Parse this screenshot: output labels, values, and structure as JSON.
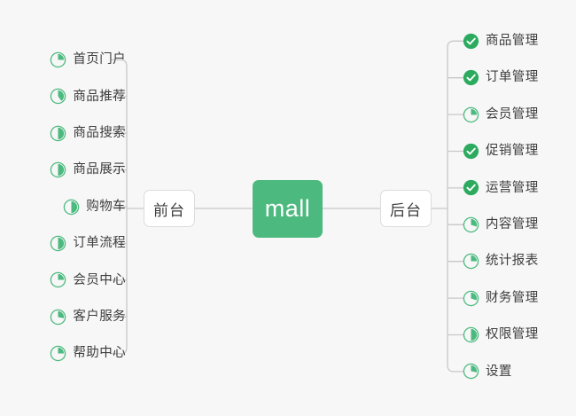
{
  "diagram": {
    "type": "mindmap",
    "title": "mall",
    "background_color": "#f7f7f7",
    "accent_color": "#4cba7f",
    "connector_color": "#c8c8c8",
    "text_color": "#3d3d3d"
  },
  "center": {
    "label": "mall",
    "fill": "#4cba7f",
    "text_color": "#ffffff"
  },
  "branches": [
    {
      "id": "front",
      "label": "前台",
      "side": "left",
      "items": [
        {
          "label": "首页门户",
          "icon": "pie-progress-icon",
          "progress": 25,
          "state": "in-progress"
        },
        {
          "label": "商品推荐",
          "icon": "pie-progress-icon",
          "progress": 40,
          "state": "in-progress"
        },
        {
          "label": "商品搜索",
          "icon": "pie-progress-icon",
          "progress": 50,
          "state": "in-progress"
        },
        {
          "label": "商品展示",
          "icon": "pie-progress-icon",
          "progress": 50,
          "state": "in-progress"
        },
        {
          "label": "购物车",
          "icon": "pie-progress-icon",
          "progress": 50,
          "state": "in-progress"
        },
        {
          "label": "订单流程",
          "icon": "pie-progress-icon",
          "progress": 50,
          "state": "in-progress"
        },
        {
          "label": "会员中心",
          "icon": "pie-progress-icon",
          "progress": 25,
          "state": "in-progress"
        },
        {
          "label": "客户服务",
          "icon": "pie-progress-icon",
          "progress": 28,
          "state": "in-progress"
        },
        {
          "label": "帮助中心",
          "icon": "pie-progress-icon",
          "progress": 25,
          "state": "in-progress"
        }
      ]
    },
    {
      "id": "back",
      "label": "后台",
      "side": "right",
      "items": [
        {
          "label": "商品管理",
          "icon": "check-circle-icon",
          "progress": 100,
          "state": "done"
        },
        {
          "label": "订单管理",
          "icon": "check-circle-icon",
          "progress": 100,
          "state": "done"
        },
        {
          "label": "会员管理",
          "icon": "pie-progress-icon",
          "progress": 25,
          "state": "in-progress"
        },
        {
          "label": "促销管理",
          "icon": "check-circle-icon",
          "progress": 100,
          "state": "done"
        },
        {
          "label": "运营管理",
          "icon": "check-circle-icon",
          "progress": 100,
          "state": "done"
        },
        {
          "label": "内容管理",
          "icon": "pie-progress-icon",
          "progress": 30,
          "state": "in-progress"
        },
        {
          "label": "统计报表",
          "icon": "pie-progress-icon",
          "progress": 25,
          "state": "in-progress"
        },
        {
          "label": "财务管理",
          "icon": "pie-progress-icon",
          "progress": 30,
          "state": "in-progress"
        },
        {
          "label": "权限管理",
          "icon": "pie-progress-icon",
          "progress": 50,
          "state": "in-progress"
        },
        {
          "label": "设置",
          "icon": "pie-progress-icon",
          "progress": 28,
          "state": "in-progress"
        }
      ]
    }
  ]
}
